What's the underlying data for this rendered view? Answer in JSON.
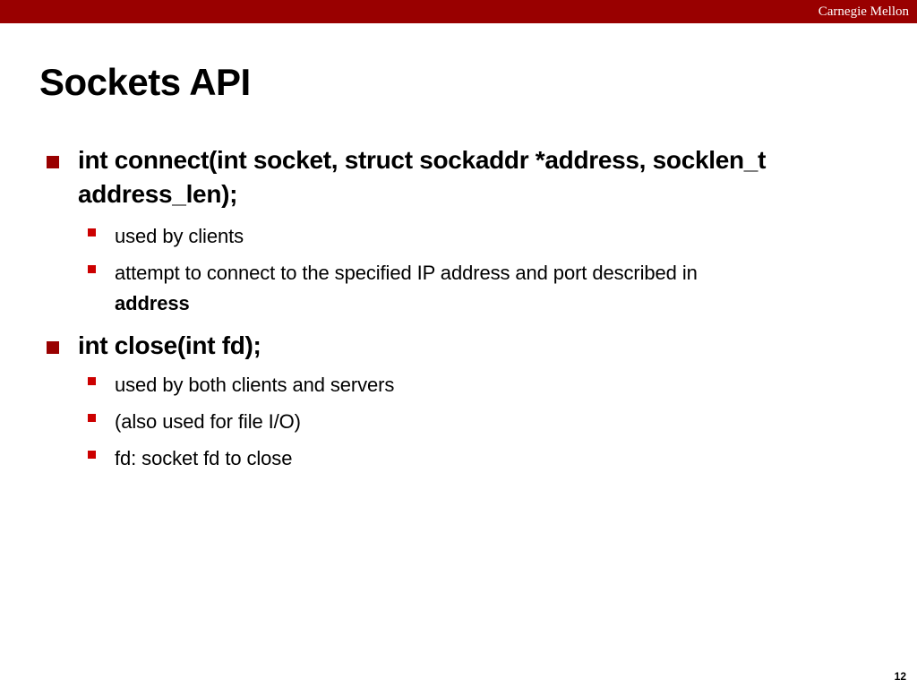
{
  "header": {
    "brand": "Carnegie Mellon"
  },
  "slide": {
    "title": "Sockets API",
    "items": [
      {
        "text_line_1": "int connect(int socket, struct sockaddr *address, socklen_t",
        "text_line_2": "address_len);",
        "subitems": [
          {
            "text": "used by clients"
          },
          {
            "text_line_1": "attempt to connect to the specified IP address and port described in",
            "text_line_2": "address"
          }
        ]
      },
      {
        "text": "int close(int fd);",
        "subitems": [
          {
            "text": "used by both clients and servers"
          },
          {
            "text": "(also used for file I/O)"
          },
          {
            "text": "fd: socket fd to close"
          }
        ]
      }
    ]
  },
  "footer": {
    "page_number": "12"
  },
  "colors": {
    "brand_red": "#990000",
    "bullet_red": "#cc0000"
  }
}
